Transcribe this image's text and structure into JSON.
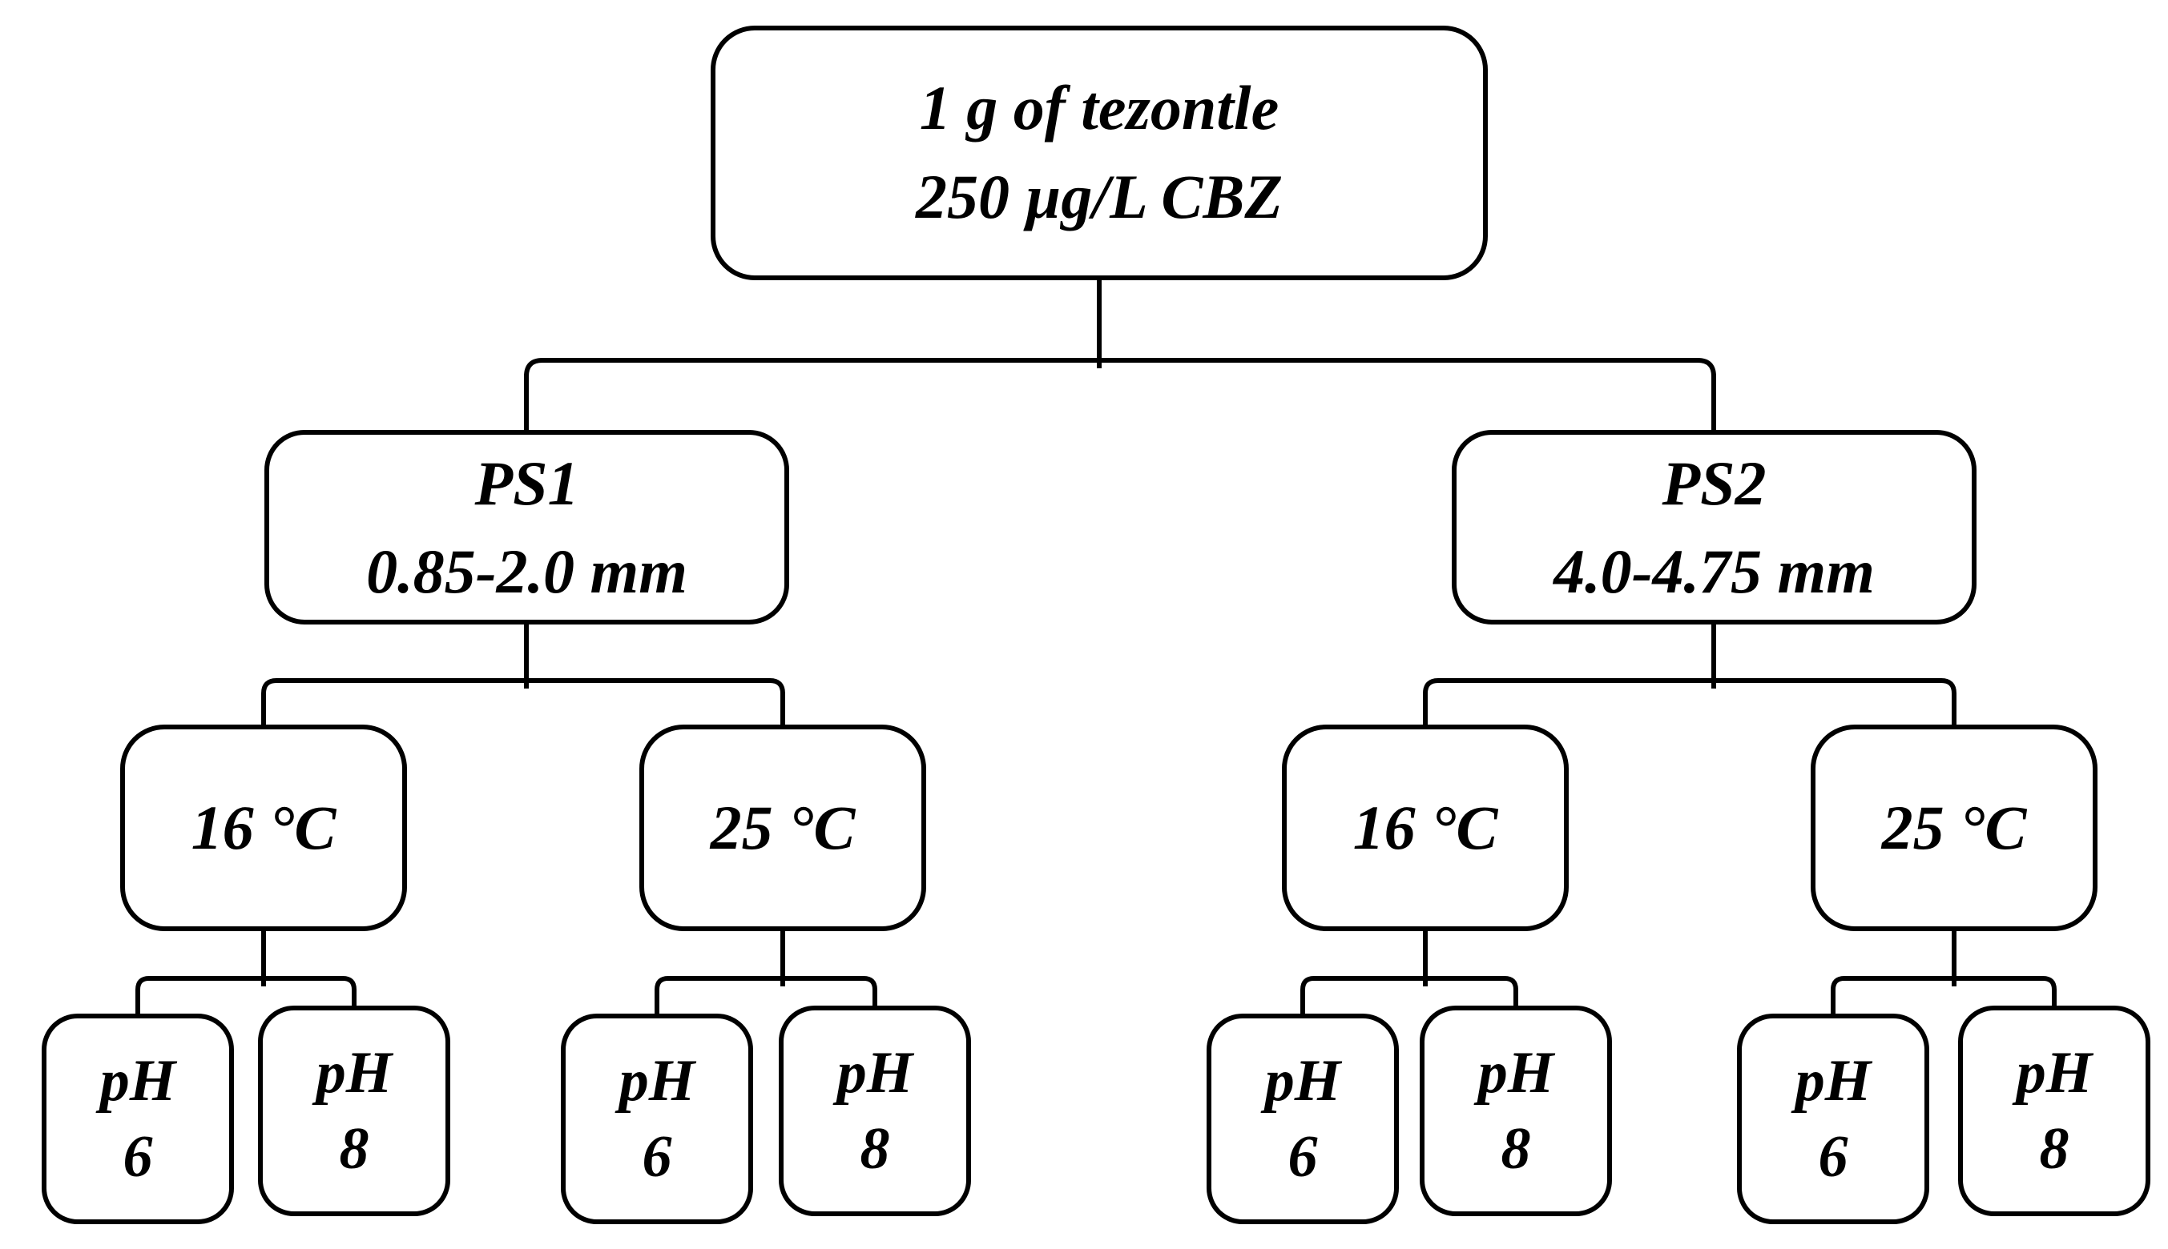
{
  "figure": {
    "background_color": "#ffffff",
    "line_color": "#000000",
    "box_fill_color": "#ffffff",
    "text_color": "#000000"
  },
  "tree": {
    "root": {
      "line1": "1 g of tezontle",
      "line2": "250 µg/L CBZ"
    },
    "particle_sizes": [
      {
        "line1": "PS1",
        "line2": "0.85-2.0 mm"
      },
      {
        "line1": "PS2",
        "line2": "4.0-4.75 mm"
      }
    ],
    "temperatures": [
      {
        "label": "16 °C"
      },
      {
        "label": "25 °C"
      },
      {
        "label": "16 °C"
      },
      {
        "label": "25 °C"
      }
    ],
    "ph": [
      {
        "line1": "pH",
        "line2": "6"
      },
      {
        "line1": "pH",
        "line2": "8"
      },
      {
        "line1": "pH",
        "line2": "6"
      },
      {
        "line1": "pH",
        "line2": "8"
      },
      {
        "line1": "pH",
        "line2": "6"
      },
      {
        "line1": "pH",
        "line2": "8"
      },
      {
        "line1": "pH",
        "line2": "6"
      },
      {
        "line1": "pH",
        "line2": "8"
      }
    ]
  }
}
